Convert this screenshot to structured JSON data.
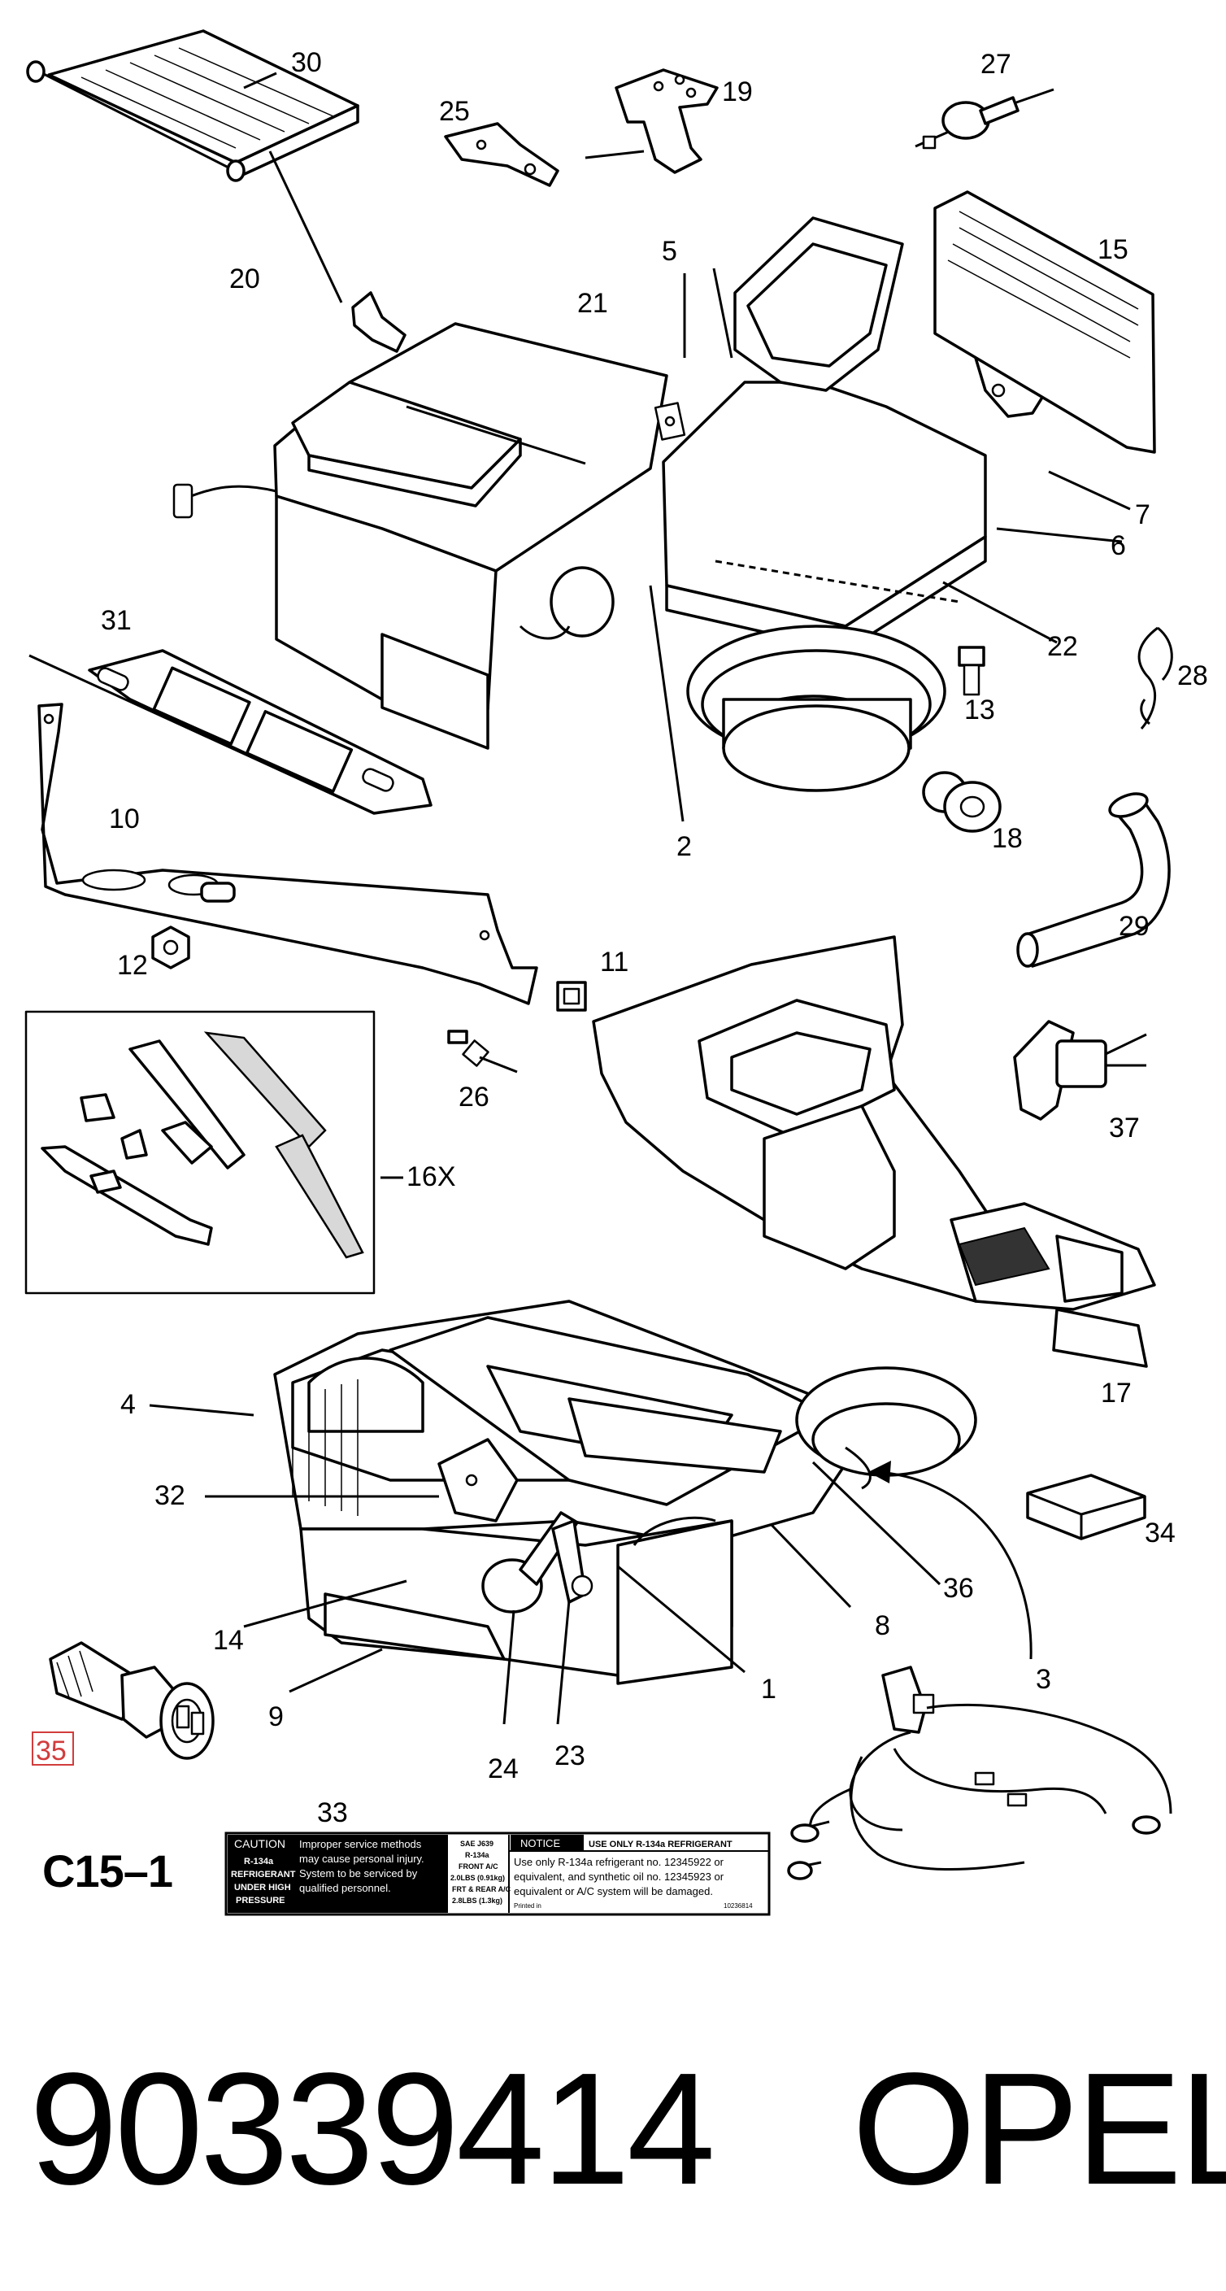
{
  "diagram": {
    "figure_code": "C15–1",
    "part_number": "90339414",
    "brand": "OPEL",
    "highlighted_callout": "35",
    "callouts": [
      "30",
      "25",
      "19",
      "27",
      "20",
      "21",
      "5",
      "15",
      "7",
      "6",
      "22",
      "28",
      "13",
      "18",
      "31",
      "2",
      "10",
      "29",
      "12",
      "11",
      "26",
      "37",
      "16X",
      "17",
      "4",
      "32",
      "36",
      "34",
      "14",
      "8",
      "3",
      "9",
      "1",
      "24",
      "23",
      "35",
      "33"
    ],
    "caution_label": {
      "caution_heading": "CAUTION",
      "caution_sub": [
        "R-134a",
        "REFRIGERANT",
        "UNDER HIGH",
        "PRESSURE"
      ],
      "caution_text": [
        "Improper service methods",
        "may cause personal injury.",
        "System to be serviced by",
        "qualified personnel."
      ],
      "sae_text": [
        "SAE J639",
        "R-134a",
        "FRONT A/C",
        "2.0LBS (0.91kg)",
        "FRT & REAR A/C",
        "2.8LBS (1.3kg)"
      ],
      "notice_heading": "NOTICE",
      "notice_title": "USE ONLY R-134a REFRIGERANT",
      "notice_text": [
        "Use only R-134a refrigerant no. 12345922 or",
        "equivalent, and synthetic oil no. 12345923 or",
        "equivalent or A/C system will be damaged."
      ],
      "printed": "Printed in",
      "label_no": "10236814"
    }
  }
}
